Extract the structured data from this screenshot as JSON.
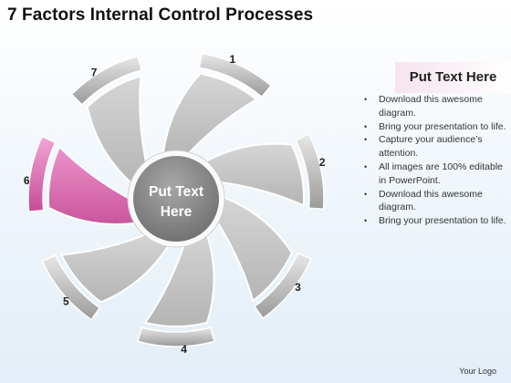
{
  "title": "7 Factors Internal Control Processes",
  "center_text": [
    "Put Text",
    "Here"
  ],
  "factors": [
    {
      "label": "1"
    },
    {
      "label": "2"
    },
    {
      "label": "3"
    },
    {
      "label": "4"
    },
    {
      "label": "5"
    },
    {
      "label": "6"
    },
    {
      "label": "7"
    }
  ],
  "highlighted_factor": "6",
  "colors": {
    "petal_gray": "#c6c6c6",
    "petal_highlight": "#e07ab8",
    "hub": "#8e8e8e",
    "panel_accent": "#f6e4ee"
  },
  "panel": {
    "title": "Put Text Here",
    "bullets": [
      "Download this awesome diagram.",
      "Bring your presentation to life.",
      "Capture your audience’s attention.",
      "All images are 100% editable in PowerPoint.",
      "Download this awesome diagram.",
      "Bring your presentation to life."
    ]
  },
  "logo": "Your Logo"
}
